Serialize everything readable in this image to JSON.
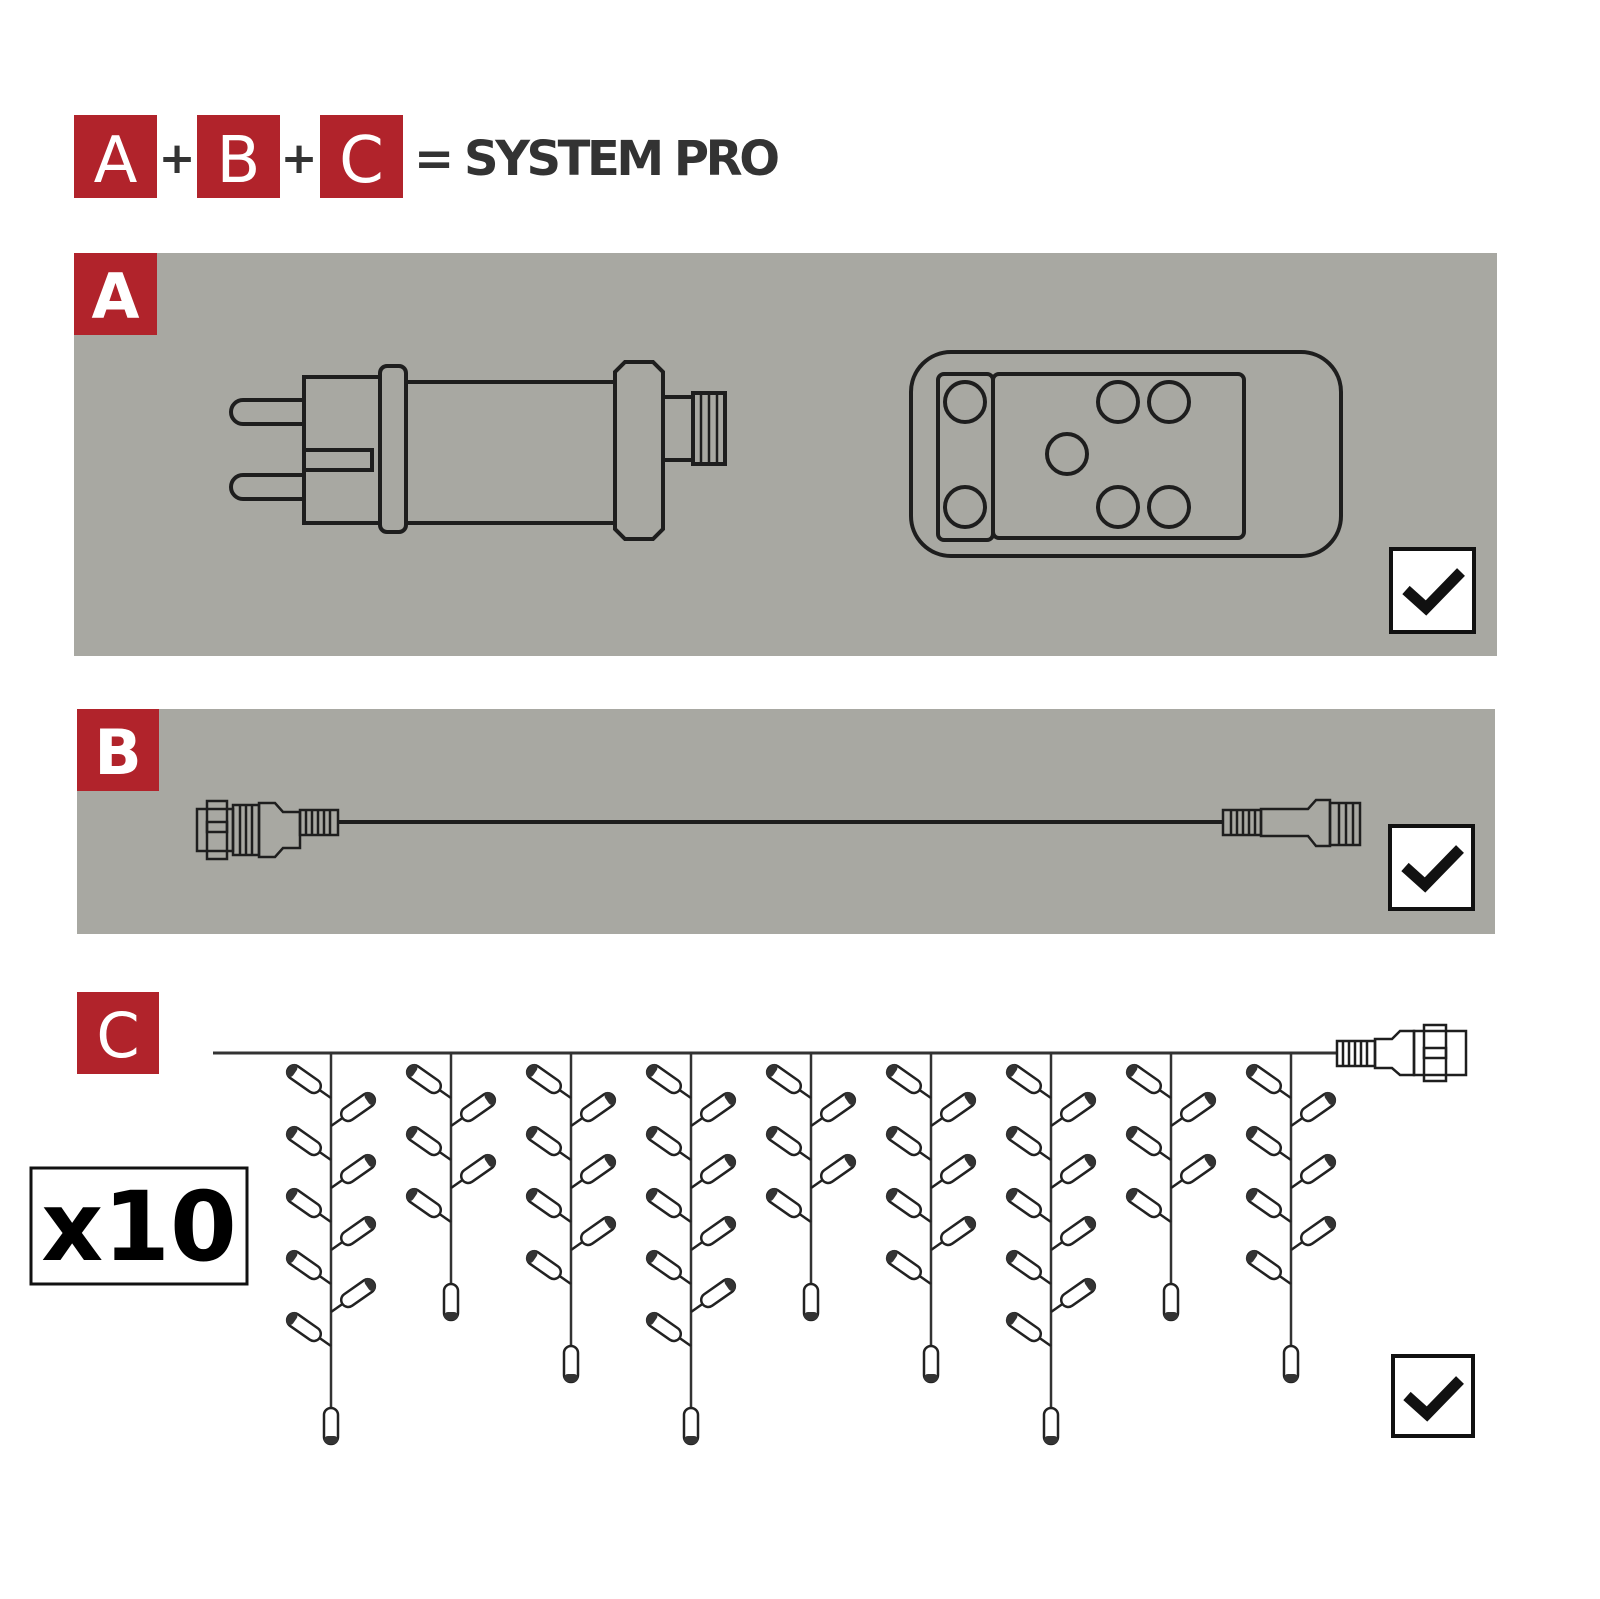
{
  "header": {
    "parts": [
      "A",
      "B",
      "C"
    ],
    "plus": "+",
    "equals_text": "= SYSTEM PRO"
  },
  "panels": [
    {
      "label": "A",
      "items": [
        "power-adapter",
        "remote-control"
      ],
      "checked": true
    },
    {
      "label": "B",
      "items": [
        "extension-cable"
      ],
      "checked": true
    },
    {
      "label": "C",
      "items": [
        "icicle-light-curtain"
      ],
      "checked": true,
      "quantity": "x10"
    }
  ],
  "curtain": {
    "drops": 9,
    "drop_pattern": [
      "long",
      "short",
      "medium",
      "long",
      "short",
      "medium",
      "long",
      "short",
      "medium"
    ]
  },
  "colors": {
    "label_red": "#b1232b",
    "panel_gray": "#a8a8a2",
    "line": "#1e1e1e"
  }
}
